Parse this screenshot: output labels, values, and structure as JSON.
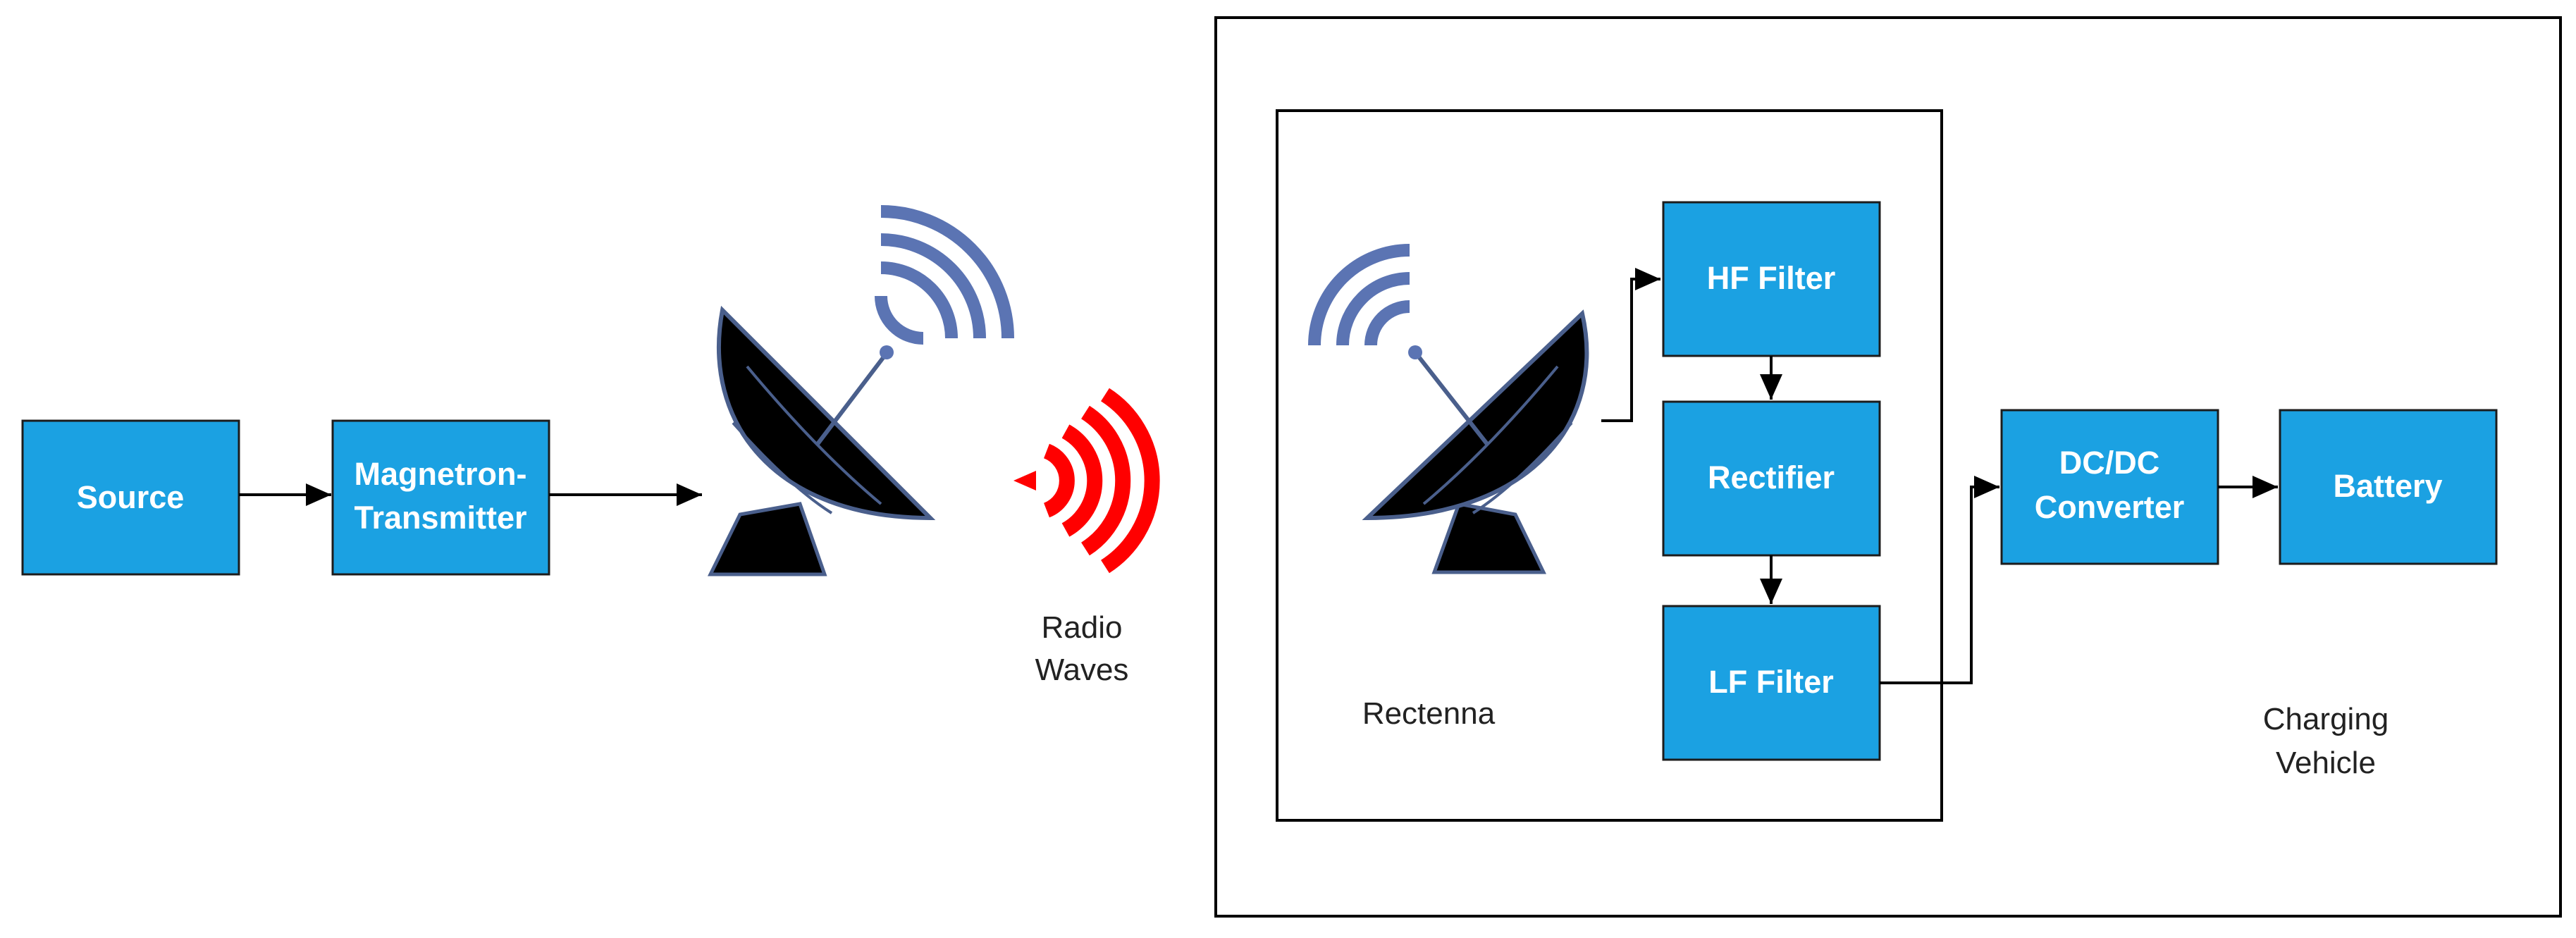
{
  "colors": {
    "box_fill": "#1ba1e2",
    "box_stroke": "#1c1c1c",
    "dish_fill": "#000000",
    "dish_outline": "#4a5f8c",
    "signal_blue": "#5b74b3",
    "radio_red": "#ff0000",
    "line": "#000000"
  },
  "icons": {
    "tx_antenna": "satellite-dish-icon",
    "rx_antenna": "satellite-dish-icon",
    "radio_waves": "radio-waves-icon"
  },
  "labels": {
    "source": "Source",
    "magnetron_line1": "Magnetron-",
    "magnetron_line2": "Transmitter",
    "hf_filter": "HF Filter",
    "rectifier": "Rectifier",
    "lf_filter": "LF Filter",
    "dcdc_line1": "DC/DC",
    "dcdc_line2": "Converter",
    "battery": "Battery",
    "radio_line1": "Radio",
    "radio_line2": "Waves",
    "rectenna": "Rectenna",
    "vehicle_line1": "Charging",
    "vehicle_line2": "Vehicle"
  }
}
